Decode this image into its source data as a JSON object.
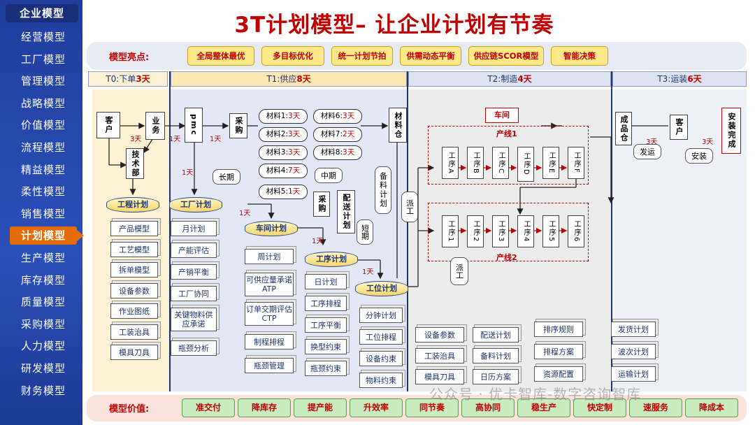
{
  "sidebar": {
    "items": [
      "企业模型",
      "经营模型",
      "工厂模型",
      "管理模型",
      "战略模型",
      "价值模型",
      "流程模型",
      "精益模型",
      "柔性模型",
      "销售模型",
      "计划模型",
      "生产模型",
      "库存模型",
      "质量模型",
      "采购模型",
      "人力模型",
      "研发模型",
      "财务模型"
    ],
    "active_index": 10
  },
  "title": "3T计划模型– 让企业计划有节奏",
  "highlights": {
    "label": "模型亮点:",
    "chips": [
      "全局整体最优",
      "多目标优化",
      "统一计划节拍",
      "供需动态平衡",
      "供应链SCOR模型",
      "智能决策"
    ]
  },
  "phases": [
    {
      "label": "T0:下单",
      "days": "3天"
    },
    {
      "label": "T1:供应",
      "days": "8天"
    },
    {
      "label": "T2:制造",
      "days": "4天"
    },
    {
      "label": "T3:运装",
      "days": "6天"
    }
  ],
  "flow": {
    "customer": "客户",
    "business": "业务",
    "tech": "技术部",
    "pmc": "pmc",
    "purchase": "采购",
    "material_warehouse": "材料仓",
    "purchase2": "采购",
    "delivery_plan": "配送计划",
    "workshop": "车间",
    "line1": "产线1",
    "line2": "产线2",
    "finished": "成品仓",
    "customer2": "客户",
    "install_done": "安装完成",
    "days": {
      "d3a": "3天",
      "d1a": "1天",
      "d1b": "1天",
      "d1c": "1天",
      "d1d": "1天",
      "d1e": "1天",
      "d1f": "1天",
      "d3b": "3天",
      "d3c": "3天"
    },
    "callouts": {
      "long": "长期",
      "mid": "中期",
      "short": "短期",
      "prep": "备料计划",
      "dispatch1": "派工",
      "dispatch2": "派工",
      "ship": "发运",
      "install": "安装"
    },
    "materials": [
      {
        "n": "材料1:",
        "d": "3天"
      },
      {
        "n": "材料6:",
        "d": "3天"
      },
      {
        "n": "材料2:",
        "d": "3天"
      },
      {
        "n": "材料7:",
        "d": "2天"
      },
      {
        "n": "材料3:",
        "d": "3天"
      },
      {
        "n": "材料8:",
        "d": "3天"
      },
      {
        "n": "材料4:",
        "d": "7天"
      },
      {
        "n": "材料5:",
        "d": "1天"
      }
    ],
    "line1_ops": [
      "工序A",
      "工序B",
      "工序C",
      "工序D",
      "工序E",
      "工序F"
    ],
    "line2_ops": [
      "工序1",
      "工序2",
      "工序3",
      "工序4",
      "工序5",
      "工序6"
    ],
    "plans": {
      "eng": "工程计划",
      "factory": "工厂计划",
      "workshop": "车间计划",
      "process": "工序计划",
      "station": "工位计划"
    }
  },
  "stacks": {
    "col1": [
      "产品模型",
      "工艺模型",
      "拆单模型",
      "设备参数",
      "作业图纸",
      "工装治具",
      "模具刀具"
    ],
    "col2": [
      "月计划",
      "产能评估",
      "产销平衡",
      "工厂协同",
      "关键物料供应承诺",
      "瓶颈分析"
    ],
    "col3": [
      "周计划",
      "可供应量承诺ATP",
      "订单交期评估CTP",
      "制程排程",
      "瓶颈管理"
    ],
    "col4": [
      "日计划",
      "工序排程",
      "工序平衡",
      "换型约束",
      "瓶颈约束"
    ],
    "col5": [
      "分钟计划",
      "工位排程",
      "设备约束",
      "物料约束"
    ],
    "col6": [
      "设备参数",
      "工装治具",
      "模具刀具"
    ],
    "col7": [
      "配送计划",
      "备料计划",
      "日历方案"
    ],
    "col8": [
      "排序规则",
      "排程方案",
      "资源配置"
    ],
    "col9": [
      "发货计划",
      "波次计划",
      "运输计划"
    ]
  },
  "values": {
    "label": "模型价值:",
    "chips": [
      "准交付",
      "降库存",
      "提产能",
      "升效率",
      "同节奏",
      "高协同",
      "稳生产",
      "快定制",
      "速服务",
      "降成本"
    ]
  },
  "watermark": "公众号 · 优卡智库-数字咨询智库"
}
